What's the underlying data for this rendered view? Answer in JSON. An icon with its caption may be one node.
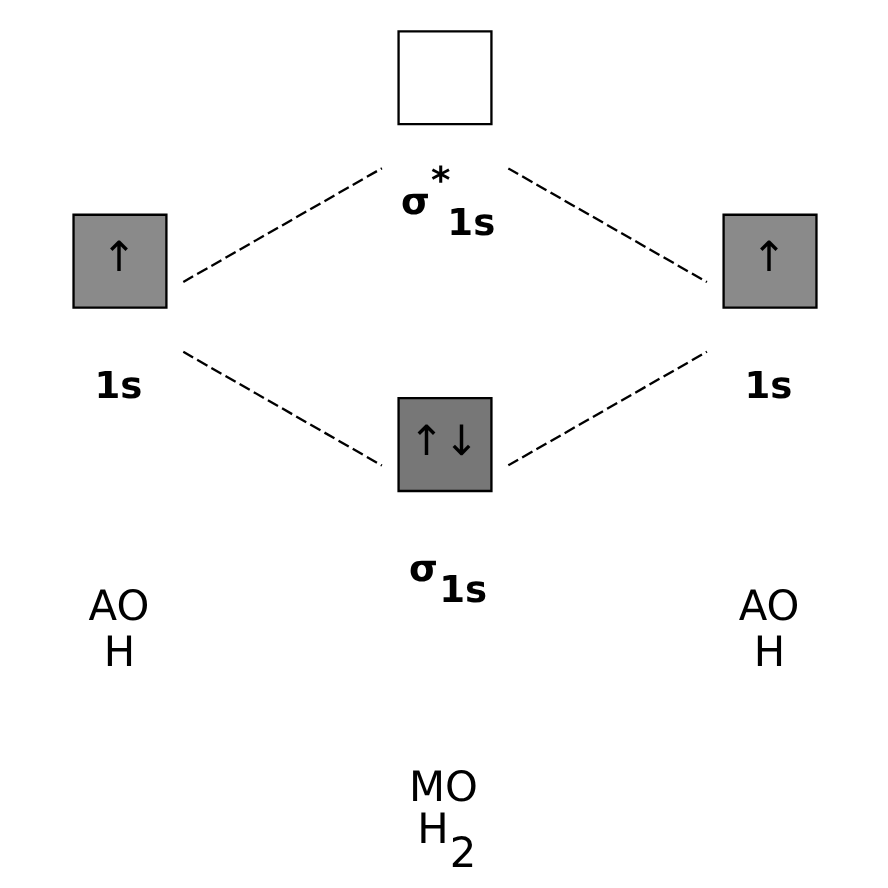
{
  "diagram": {
    "nodes": [
      {
        "text": [
          "↑"
        ],
        "beside": [
          "1s"
        ]
      },
      {
        "text": [],
        "shape": "box",
        "beside": [
          "σ$^{*}$$_{1s}$"
        ]
      },
      {
        "text": [
          "↑↓"
        ],
        "beside": [
          "σ$_{1s}$"
        ]
      },
      {
        "text": [
          "↑"
        ],
        "beside": [
          "1s"
        ]
      }
    ],
    "edges": [
      {
        "from": 0,
        "to": 1,
        "arrow": "none",
        "style": "dashed"
      },
      {
        "from": 0,
        "to": 2,
        "arrow": "none",
        "style": "dashed"
      },
      {
        "from": 1,
        "to": 3,
        "arrow": "none",
        "style": "dashed"
      },
      {
        "from": 2,
        "to": 3,
        "arrow": "none",
        "style": "dashed"
      }
    ],
    "labels": [
      "AO H",
      "MO H$_{2}$",
      "AO H"
    ]
  }
}
